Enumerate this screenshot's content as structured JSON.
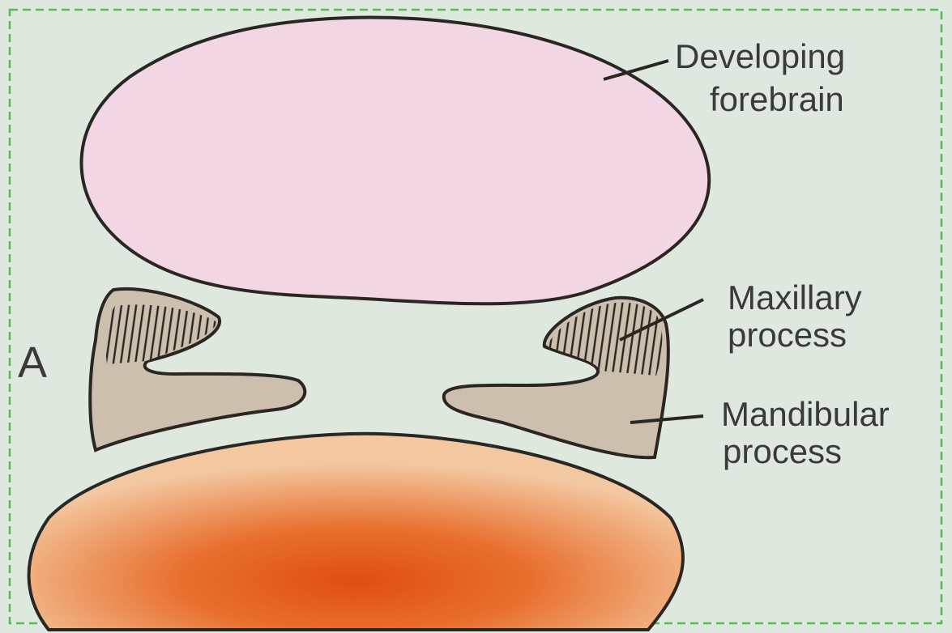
{
  "panel_letter": "A",
  "labels": {
    "forebrain_line1": "Developing",
    "forebrain_line2": "forebrain",
    "maxillary_line1": "Maxillary",
    "maxillary_line2": "process",
    "mandibular_line1": "Mandibular",
    "mandibular_line2": "process"
  },
  "colors": {
    "background": "#dfe8de",
    "forebrain_fill": "#f2d6e4",
    "process_fill": "#cdbfae",
    "outline": "#2a2622",
    "heart_center": "#e04d12",
    "heart_edge": "#f3c8a0",
    "frame_dash": "#4fbf4f"
  }
}
